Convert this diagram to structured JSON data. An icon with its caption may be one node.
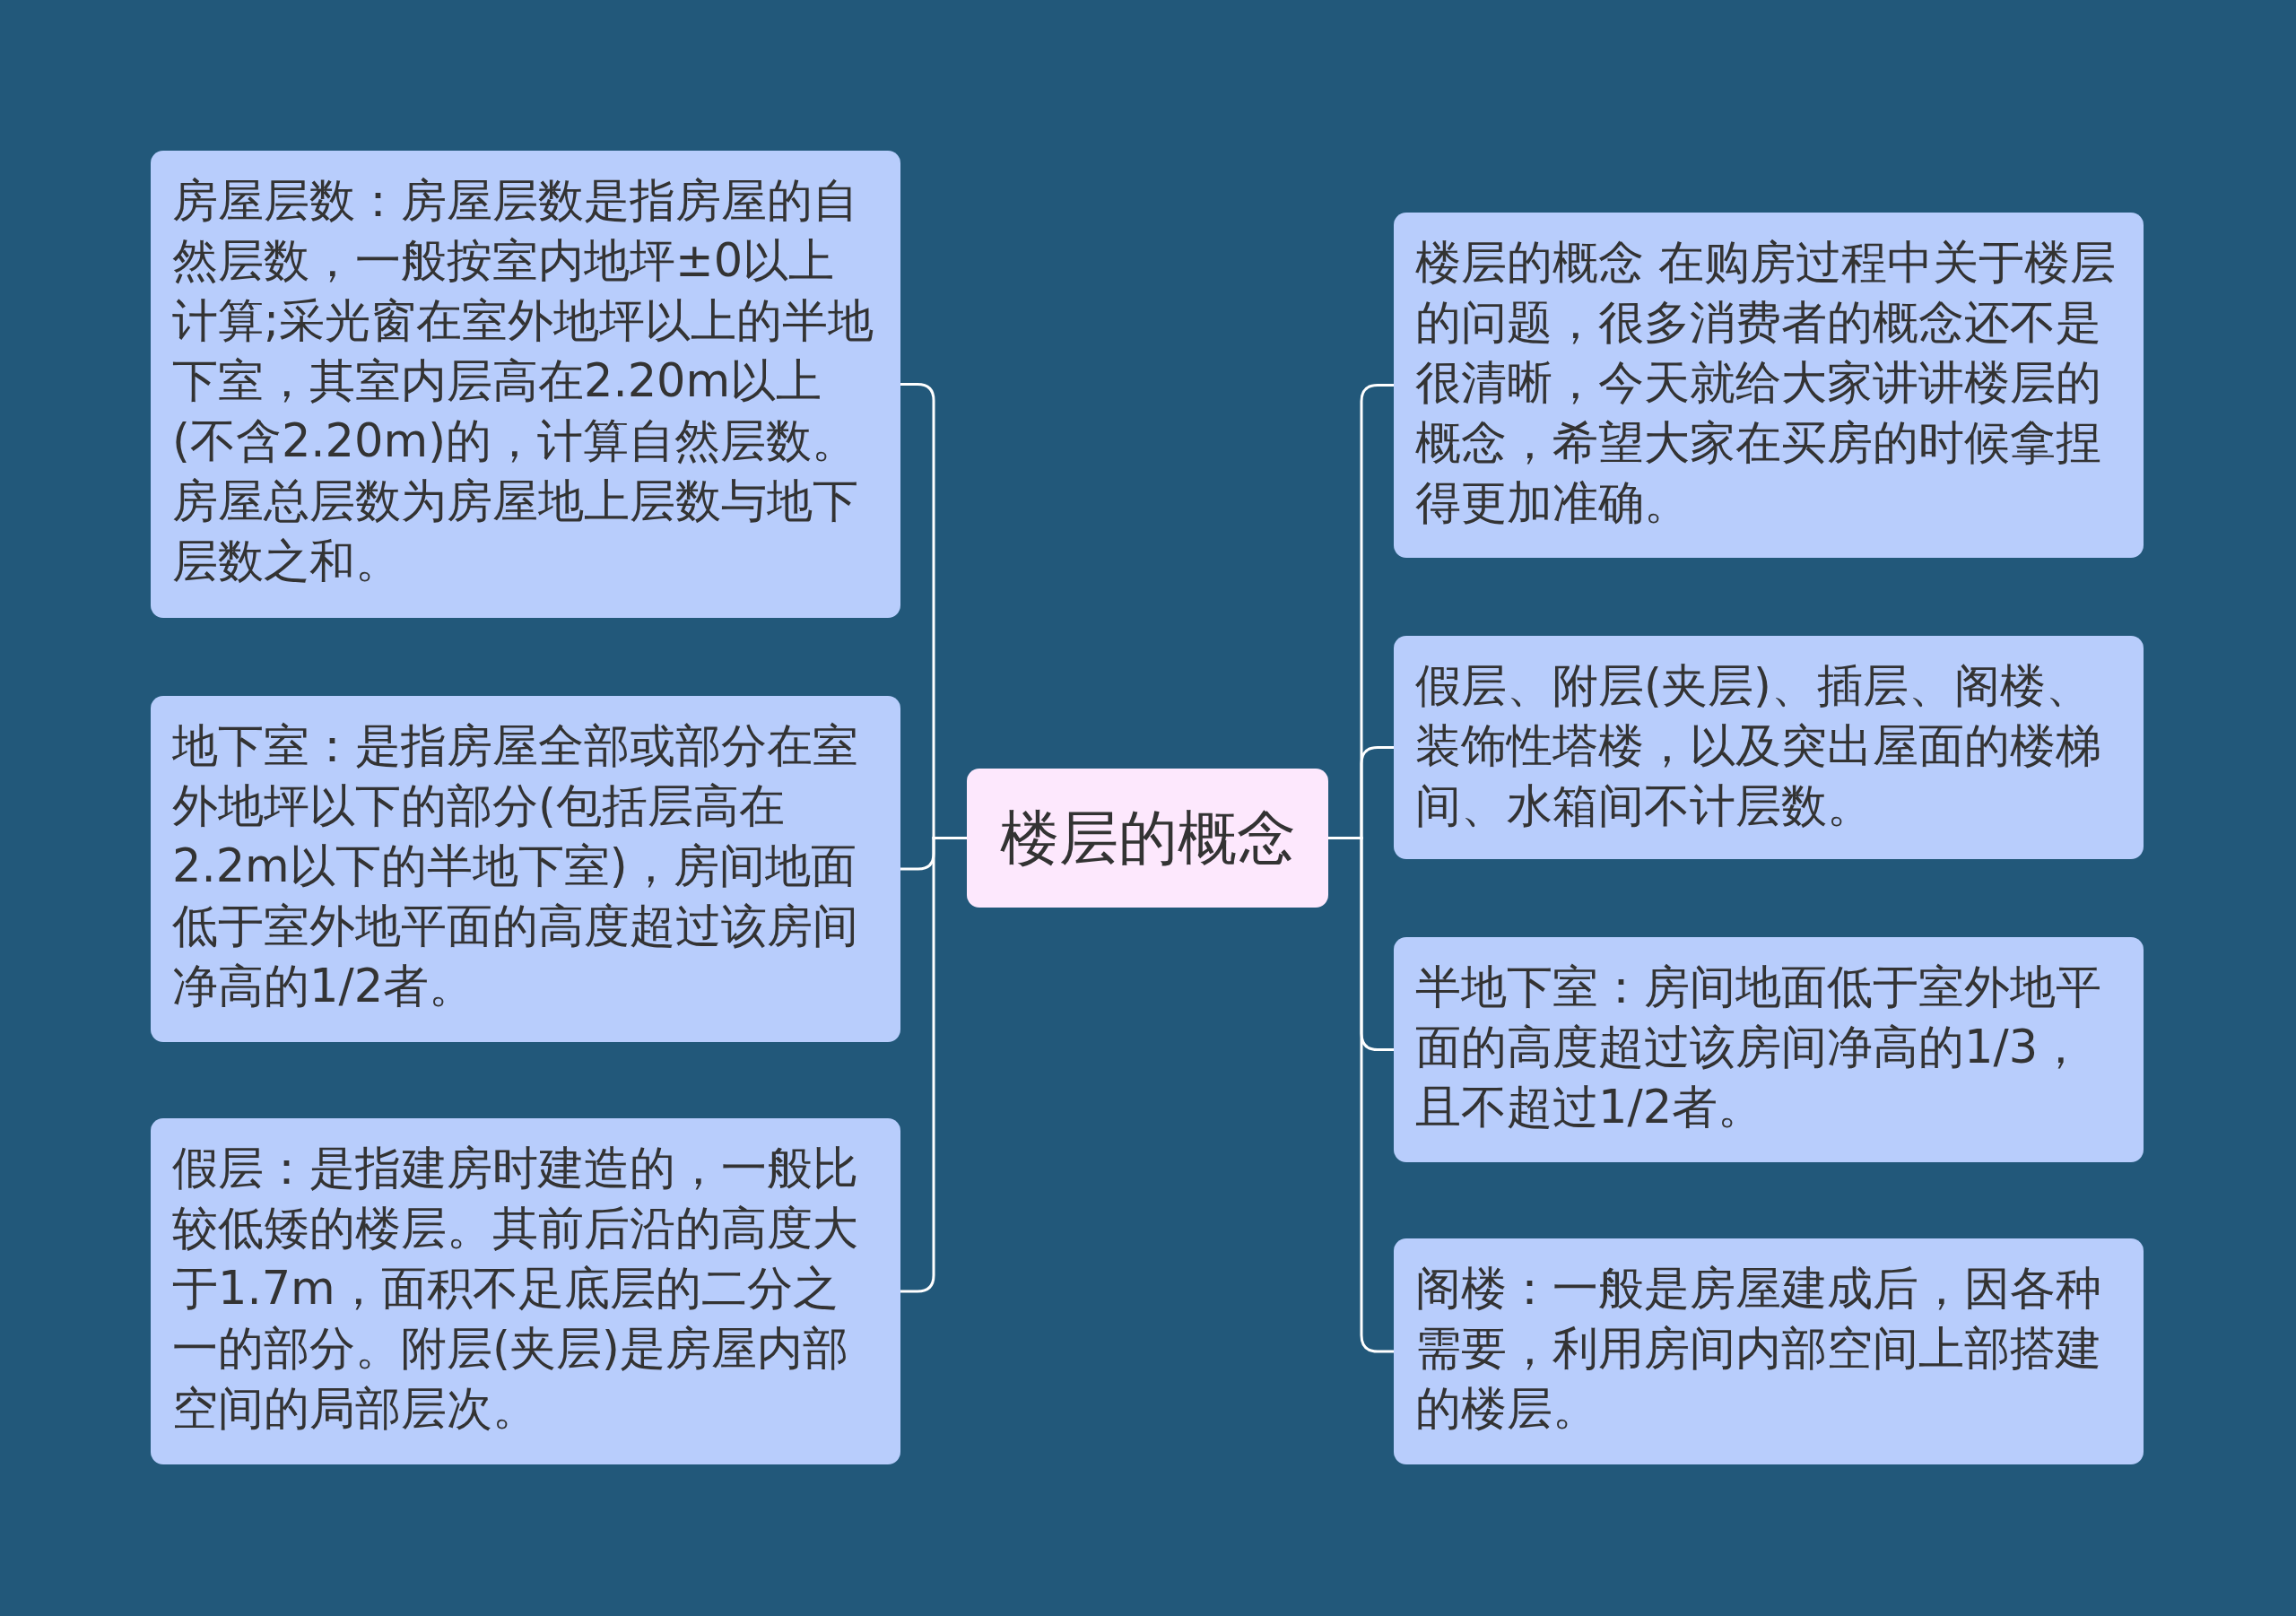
{
  "diagram": {
    "nodes": [
      {
        "text": [
          "楼层的概念"
        ]
      },
      {
        "text": [
          "房屋层数：房屋层数是指房屋的自然层数，一般按室内地坪±0以上计算;采光窗在室外地坪以上的半地下室，其室内层高在2.20m以上(不含2.20m)的，计算自然层数。房屋总层数为房屋地上层数与地下层数之和。"
        ]
      },
      {
        "text": [
          "地下室：是指房屋全部或部分在室外地坪以下的部分(包括层高在2.2m以下的半地下室)，房间地面低于室外地平面的高度超过该房间净高的1/2者。"
        ]
      },
      {
        "text": [
          "假层：是指建房时建造的，一般比较低矮的楼层。其前后沿的高度大于1.7m，面积不足底层的二分之一的部分。附层(夹层)是房屋内部空间的局部层次。"
        ]
      },
      {
        "text": [
          "楼层的概念 在购房过程中关于楼层的问题，很多消费者的概念还不是很清晰，今天就给大家讲讲楼层的概念，希望大家在买房的时候拿捏得更加准确。"
        ]
      },
      {
        "text": [
          "假层、附层(夹层)、插层、阁楼、装饰性塔楼，以及突出屋面的楼梯间、水箱间不计层数。"
        ]
      },
      {
        "text": [
          "半地下室：房间地面低于室外地平面的高度超过该房间净高的1/3，且不超过1/2者。"
        ]
      },
      {
        "text": [
          "阁楼：一般是房屋建成后，因各种需要，利用房间内部空间上部搭建的楼层。"
        ]
      }
    ],
    "edges": [
      {
        "from": 0,
        "to": 1,
        "arrow": "none"
      },
      {
        "from": 0,
        "to": 2,
        "arrow": "none"
      },
      {
        "from": 0,
        "to": 3,
        "arrow": "none"
      },
      {
        "from": 0,
        "to": 4,
        "arrow": "none"
      },
      {
        "from": 0,
        "to": 5,
        "arrow": "none"
      },
      {
        "from": 0,
        "to": 6,
        "arrow": "none"
      },
      {
        "from": 0,
        "to": 7,
        "arrow": "none"
      }
    ]
  }
}
